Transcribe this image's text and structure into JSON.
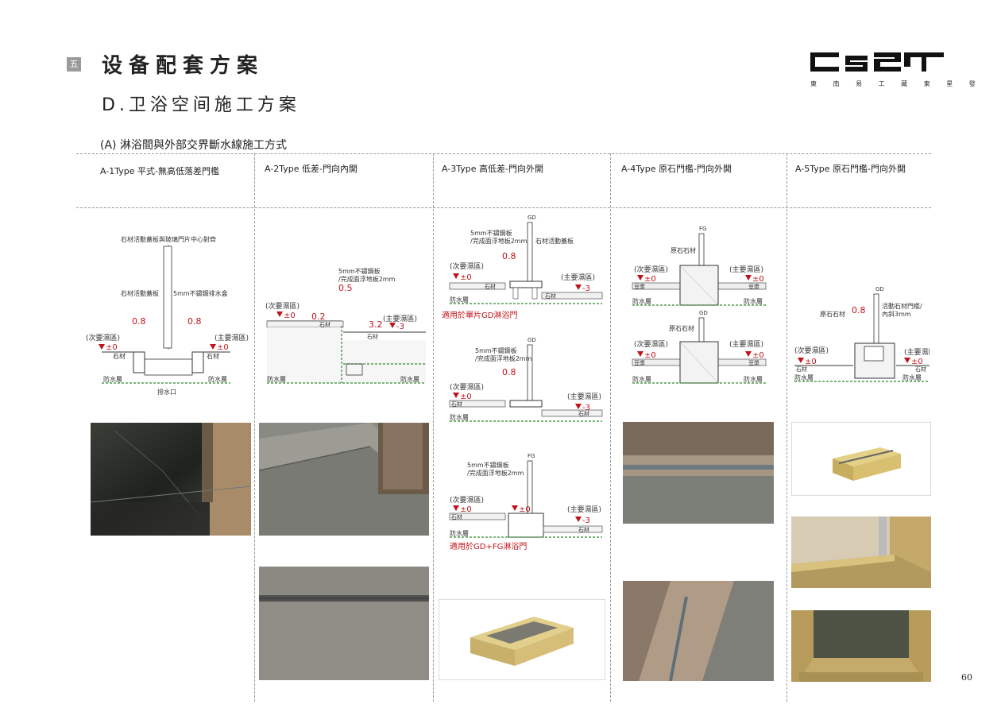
{
  "header": {
    "section_number": "五",
    "title": "设备配套方案",
    "subtitle": "D.卫浴空间施工方案",
    "section_heading": "(A) 淋浴間與外部交界斷水線施工方式"
  },
  "logo": {
    "text": "CS2T",
    "tagline": "東 南 易 工   藏 東 星 發"
  },
  "columns": [
    {
      "title": "A-1Type  平式-無高低落差門檻"
    },
    {
      "title": "A-2Type 低差-門向內開"
    },
    {
      "title": "A-3Type 高低差-門向外開"
    },
    {
      "title": "A-4Type 原石門檻-門向外開"
    },
    {
      "title": "A-5Type 原石門檻-門向外開"
    }
  ],
  "labels": {
    "secondary_wet": "(次要濕區)",
    "primary_wet": "(主要濕區)",
    "zero": "±0",
    "minus3": "-3",
    "stone": "石材",
    "waterproof": "防水層",
    "drain": "排水口",
    "gd": "GD",
    "fg": "FG",
    "cement": "豆漿",
    "a1_top": "石材活動蓋板與玻璃門片中心對齊",
    "a1_cover": "石材活動蓋板",
    "a1_drain_box": "5mm不鏽鋼排水盒",
    "v08": "0.8",
    "v05": "0.5",
    "v02": "0.2",
    "v32": "3.2",
    "steel_plate_1": "5mm不鏽鋼板",
    "steel_plate_2": "/完成面浮地板2mm",
    "a3_cover": "石材活動蓋板",
    "a3_note1": "適用於單片GD淋浴門",
    "a3_note3": "適用於GD+FG淋浴門",
    "a4_stone": "原石石材",
    "a5_stone": "原石石材",
    "a5_sill1": "活動石材門檻/",
    "a5_sill2": "內斜3mm"
  },
  "page_number": "60",
  "colors": {
    "red": "#c0141c",
    "green": "#2e8b2e",
    "gray": "#999999"
  }
}
